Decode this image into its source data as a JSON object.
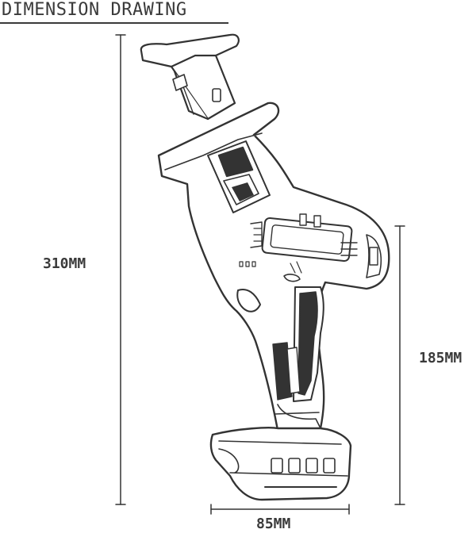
{
  "drawing": {
    "title": "DIMENSION DRAWING",
    "dimensions": {
      "overall_height": "310MM",
      "handle_height": "185MM",
      "base_width": "85MM"
    }
  }
}
